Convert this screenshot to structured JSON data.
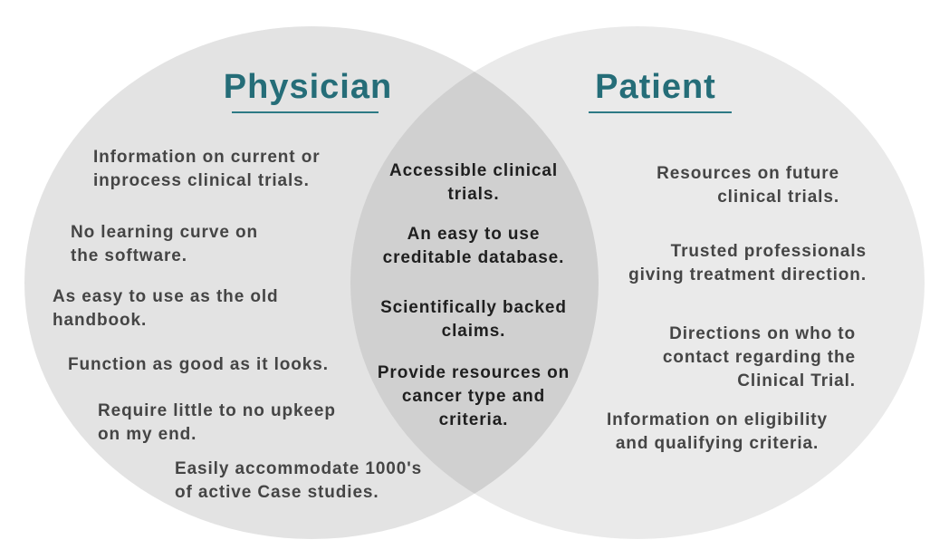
{
  "venn": {
    "colors": {
      "left_circle": "#e3e3e3",
      "right_circle": "#eaeaea",
      "overlap": "#d1d1d1",
      "title_teal": "#256d78",
      "underline_teal": "#2d7a85",
      "side_text": "#454545",
      "middle_text": "#1f1f1f"
    },
    "left": {
      "title": "Physician",
      "items": [
        {
          "text": "Information on current or\ninprocess clinical trials."
        },
        {
          "text": "No learning curve on\nthe software."
        },
        {
          "text": "As easy to use as the old\nhandbook."
        },
        {
          "text": "Function as good as it looks."
        },
        {
          "text": "Require little to no upkeep\non my end."
        },
        {
          "text": "Easily accommodate 1000's\nof active Case studies."
        }
      ]
    },
    "middle": {
      "items": [
        {
          "text": "Accessible clinical\ntrials."
        },
        {
          "text": "An easy to use\ncreditable database."
        },
        {
          "text": "Scientifically backed\nclaims."
        },
        {
          "text": "Provide resources on\ncancer type and\ncriteria."
        }
      ]
    },
    "right": {
      "title": "Patient",
      "items": [
        {
          "text": "Resources on future\nclinical trials."
        },
        {
          "text": "Trusted professionals\ngiving treatment direction."
        },
        {
          "text": "Directions on who to\ncontact regarding the\nClinical Trial."
        },
        {
          "text": "Information on eligibility\nand qualifying criteria."
        }
      ]
    }
  }
}
